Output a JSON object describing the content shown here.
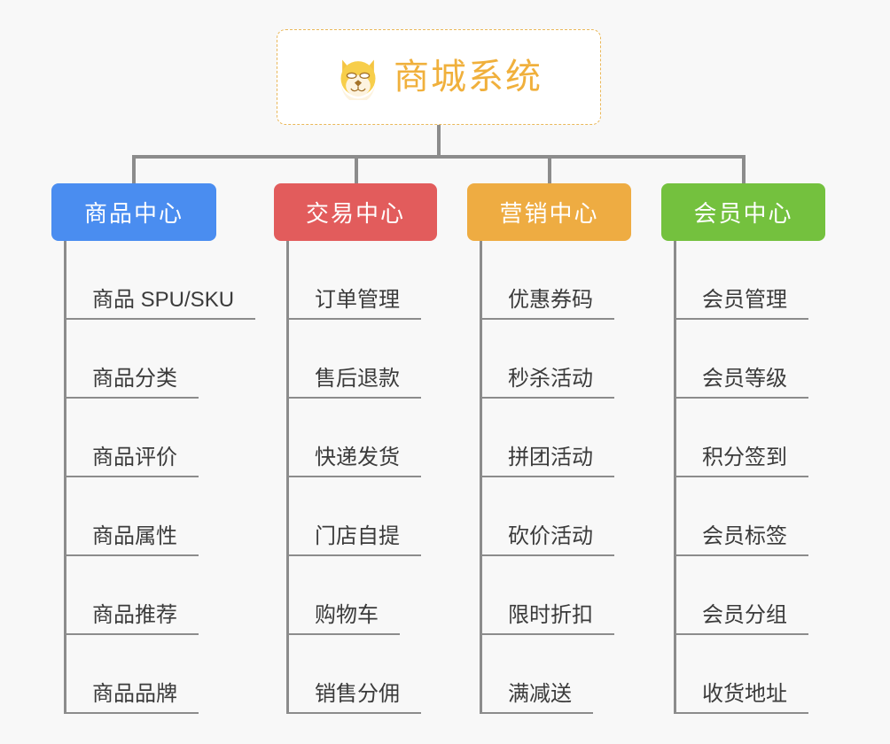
{
  "background_color": "#f8f8f8",
  "root": {
    "icon": "shiba-dog-face-icon",
    "title": "商城系统",
    "text_color": "#f0b03c",
    "border_color": "#eab85a"
  },
  "connector_color": "#8c8c8c",
  "branches": [
    {
      "title": "商品中心",
      "color": "#4a8df0",
      "items": [
        "商品 SPU/SKU",
        "商品分类",
        "商品评价",
        "商品属性",
        "商品推荐",
        "商品品牌"
      ]
    },
    {
      "title": "交易中心",
      "color": "#e25c5c",
      "items": [
        "订单管理",
        "售后退款",
        "快递发货",
        "门店自提",
        "购物车",
        "销售分佣"
      ]
    },
    {
      "title": "营销中心",
      "color": "#eeac42",
      "items": [
        "优惠券码",
        "秒杀活动",
        "拼团活动",
        "砍价活动",
        "限时折扣",
        "满减送"
      ]
    },
    {
      "title": "会员中心",
      "color": "#74c13e",
      "items": [
        "会员管理",
        "会员等级",
        "积分签到",
        "会员标签",
        "会员分组",
        "收货地址"
      ]
    }
  ]
}
